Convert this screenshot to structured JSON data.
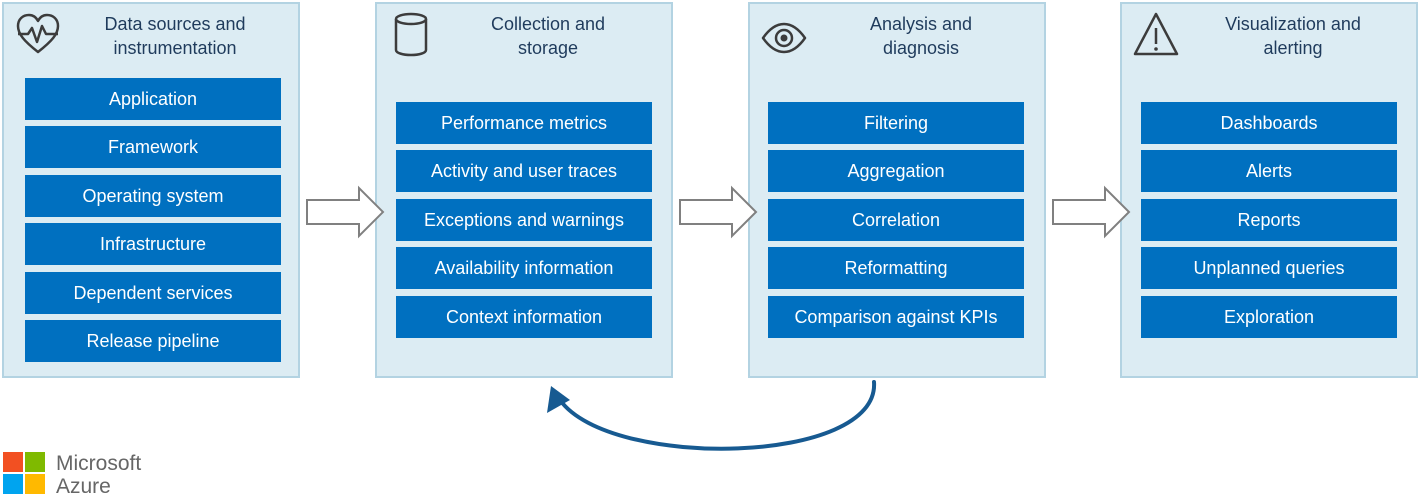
{
  "panels": [
    {
      "title": "Data sources and\ninstrumentation",
      "icon": "heart-pulse-icon",
      "items": [
        "Application",
        "Framework",
        "Operating system",
        "Infrastructure",
        "Dependent services",
        "Release pipeline"
      ]
    },
    {
      "title": "Collection and\nstorage",
      "icon": "database-icon",
      "items": [
        "Performance metrics",
        "Activity and user traces",
        "Exceptions and warnings",
        "Availability information",
        "Context information"
      ]
    },
    {
      "title": "Analysis and\ndiagnosis",
      "icon": "eye-icon",
      "items": [
        "Filtering",
        "Aggregation",
        "Correlation",
        "Reformatting",
        "Comparison against KPIs"
      ]
    },
    {
      "title": "Visualization and\nalerting",
      "icon": "warning-triangle-icon",
      "items": [
        "Dashboards",
        "Alerts",
        "Reports",
        "Unplanned queries",
        "Exploration"
      ]
    }
  ],
  "colors": {
    "panel_fill": "#dcecf3",
    "panel_border": "#b3d3e2",
    "item_fill": "#0070c0",
    "item_text": "#ffffff",
    "title_text": "#1f3b5c",
    "feedback_arrow": "#175a91"
  },
  "brand": {
    "name": "Microsoft\nAzure",
    "logo_colors": [
      "#f25022",
      "#7fba00",
      "#00a4ef",
      "#ffb900"
    ]
  }
}
